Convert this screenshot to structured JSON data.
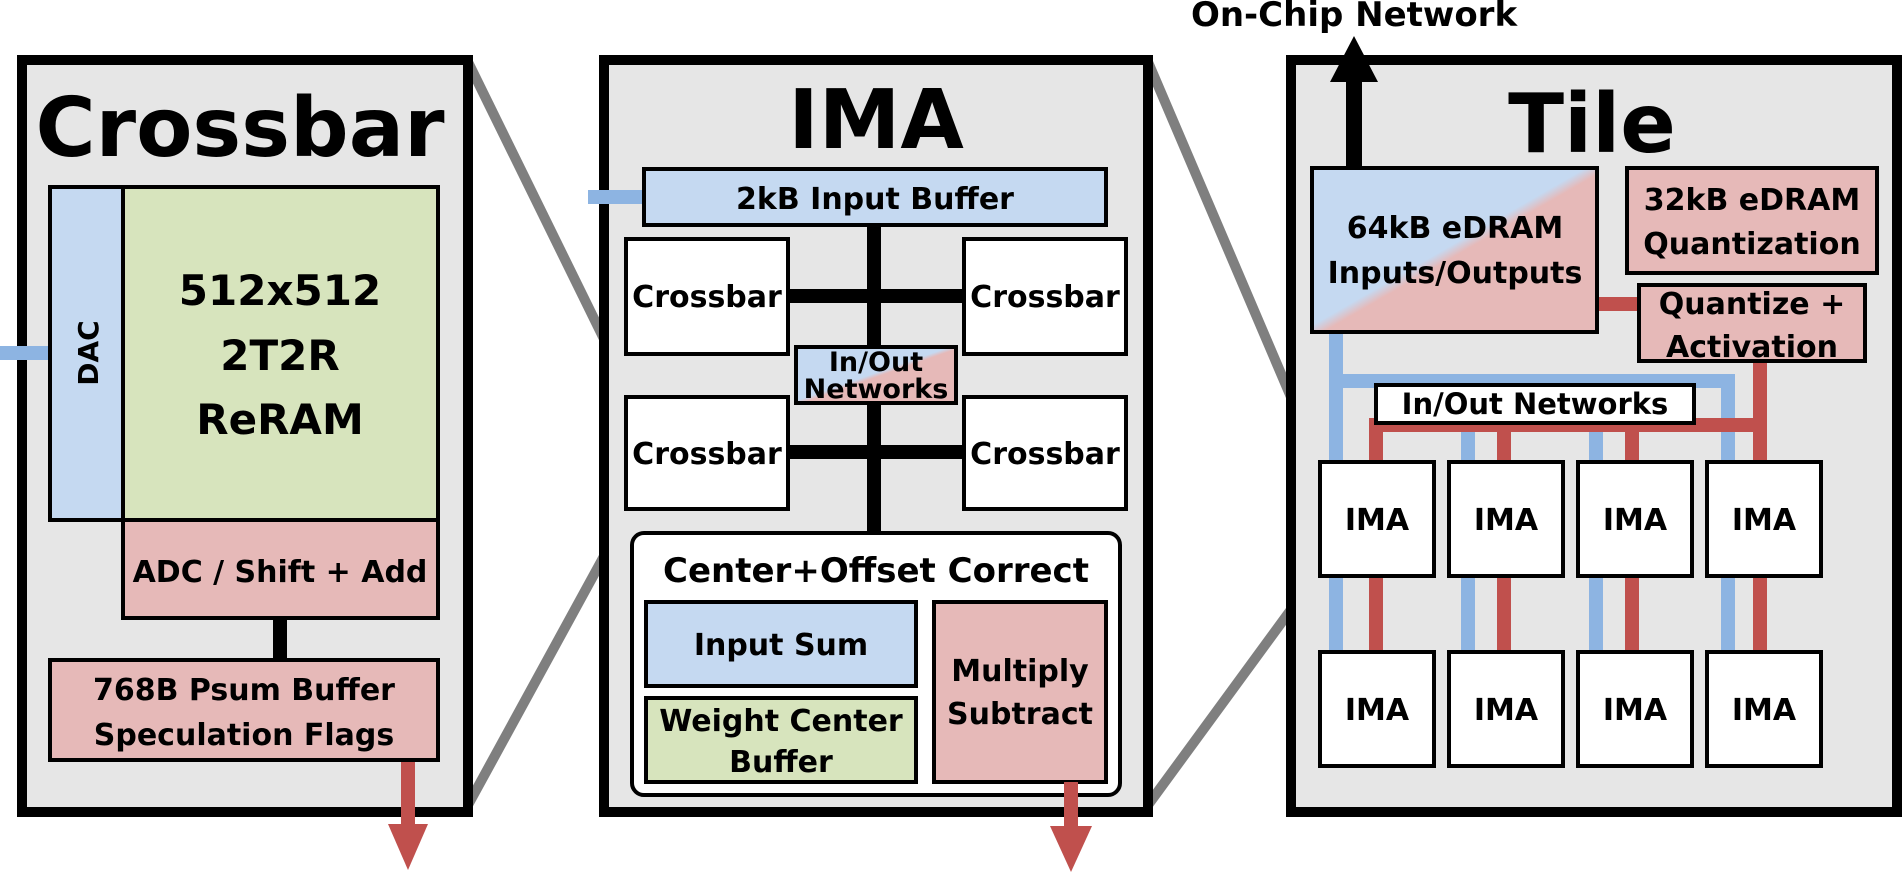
{
  "colors": {
    "panel_bg": "#e6e6e6",
    "blue": "#c5d9f1",
    "green": "#d7e4bd",
    "pink": "#e6b9b8",
    "wire_blue": "#8db4e2",
    "wire_red": "#c0504d",
    "connector": "#7f7f7f",
    "white": "#ffffff"
  },
  "crossbar_panel": {
    "title": "Crossbar",
    "dac_label": "DAC",
    "array_line1": "512x512",
    "array_line2": "2T2R",
    "array_line3": "ReRAM",
    "adc_label": "ADC / Shift + Add",
    "psum_line1": "768B Psum Buffer",
    "psum_line2": "Speculation Flags"
  },
  "ima_panel": {
    "title": "IMA",
    "input_buffer": "2kB Input Buffer",
    "crossbars": [
      "Crossbar",
      "Crossbar",
      "Crossbar",
      "Crossbar"
    ],
    "inout_line1": "In/Out",
    "inout_line2": "Networks",
    "correct_title": "Center+Offset Correct",
    "input_sum": "Input Sum",
    "weight_center_line1": "Weight Center",
    "weight_center_line2": "Buffer",
    "multiply_line1": "Multiply",
    "multiply_line2": "Subtract"
  },
  "tile_panel": {
    "title": "Tile",
    "network_label": "On-Chip Network",
    "edram64_line1": "64kB eDRAM",
    "edram64_line2": "Inputs/Outputs",
    "edram32_line1": "32kB eDRAM",
    "edram32_line2": "Quantization",
    "quantize_line1": "Quantize +",
    "quantize_line2": "Activation",
    "inout_networks": "In/Out Networks",
    "imas": [
      "IMA",
      "IMA",
      "IMA",
      "IMA",
      "IMA",
      "IMA",
      "IMA",
      "IMA"
    ]
  }
}
